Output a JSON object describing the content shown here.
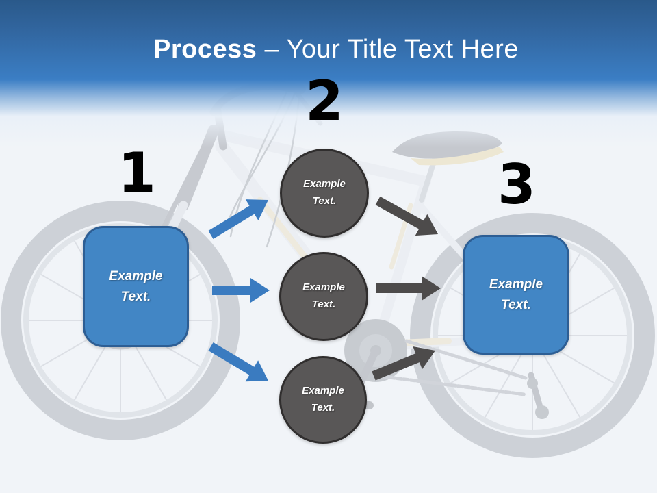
{
  "title": {
    "lead": "Process",
    "rest": "– Your Title Text Here"
  },
  "steps": {
    "one": {
      "number": "1",
      "box_text": "Example Text."
    },
    "two": {
      "number": "2"
    },
    "three": {
      "number": "3",
      "box_text": "Example Text."
    }
  },
  "circles": [
    {
      "text": "Example Text."
    },
    {
      "text": "Example Text."
    },
    {
      "text": "Example Text."
    }
  ],
  "background_image": "faded bicycle photo",
  "colors": {
    "header_top": "#2a598a",
    "header_blue": "#3b7ec4",
    "page_bg": "#f1f4f8",
    "title_text": "#ffffff",
    "number_text": "#000000",
    "box_fill": "#4286c5",
    "box_border": "#2d5e94",
    "box_text": "#ffffff",
    "circle_fill": "#595757",
    "circle_border": "#302e2e",
    "circle_text": "#ffffff",
    "arrow_blue": "#3a7bc0",
    "arrow_dark": "#4d4b4b"
  }
}
